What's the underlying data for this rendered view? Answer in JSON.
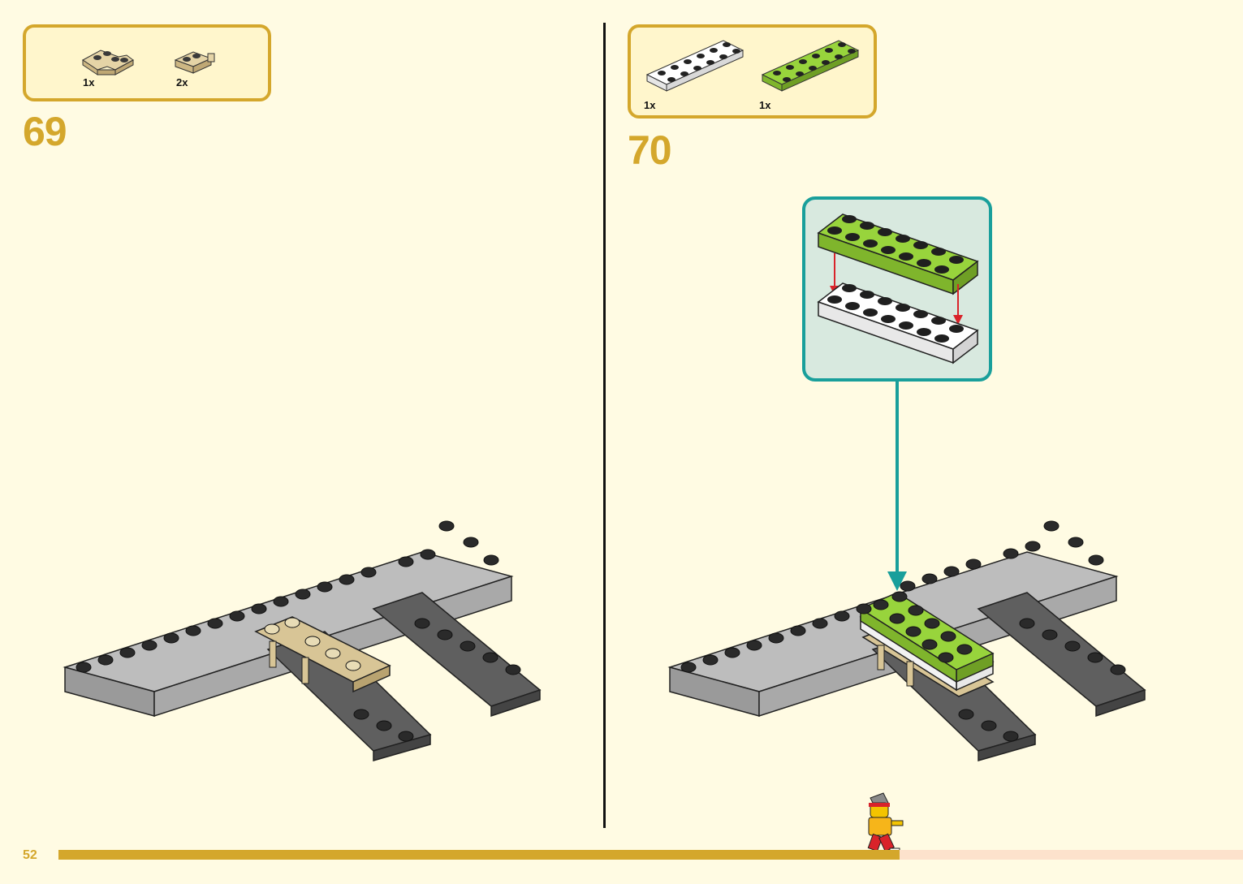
{
  "page": {
    "number": "52",
    "progress": 0.71
  },
  "steps": [
    {
      "number": "69",
      "parts": [
        {
          "quantity": "1x",
          "color": "#d8c596",
          "icon": "tan-corner-plate-icon"
        },
        {
          "quantity": "2x",
          "color": "#d8c596",
          "icon": "tan-plate-with-clip-icon"
        }
      ]
    },
    {
      "number": "70",
      "parts": [
        {
          "quantity": "1x",
          "color": "#ffffff",
          "icon": "white-plate-2x8-icon"
        },
        {
          "quantity": "1x",
          "color": "#98d43c",
          "icon": "lime-plate-2x8-icon"
        }
      ]
    }
  ],
  "colors": {
    "accent": "#d4a72c",
    "callout_border": "#199f9b",
    "callout_bg": "#d8e9df",
    "arrow_red": "#d9232a",
    "light_gray": "#a9a9a9",
    "dark_gray": "#5f5f5f",
    "tan": "#d8c596",
    "lime": "#98d43c"
  }
}
